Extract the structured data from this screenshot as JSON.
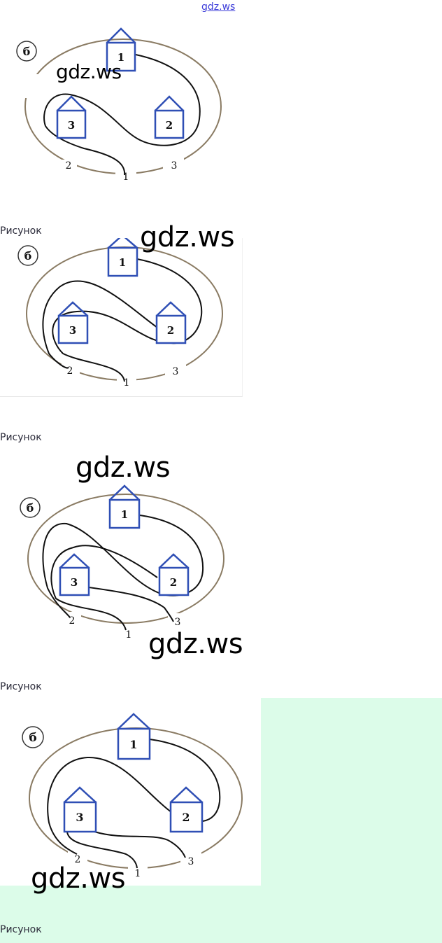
{
  "header": {
    "site_link": "gdz.ws"
  },
  "watermark": "gdz.ws",
  "colors": {
    "house": "#2f4fb5",
    "ellipse": "#8a7b63",
    "route": "#111111",
    "mint": "#dcfce9"
  },
  "figures": [
    {
      "letter": "б",
      "houses": [
        "1",
        "2",
        "3"
      ],
      "route_labels": [
        "2",
        "1",
        "3"
      ],
      "caption": ""
    },
    {
      "letter": "б",
      "houses": [
        "1",
        "2",
        "3"
      ],
      "route_labels": [
        "2",
        "1",
        "3"
      ],
      "caption": "Рисунок"
    },
    {
      "letter": "б",
      "houses": [
        "1",
        "2",
        "3"
      ],
      "route_labels": [
        "2",
        "1",
        "3"
      ],
      "caption": "Рисунок"
    },
    {
      "letter": "б",
      "houses": [
        "1",
        "2",
        "3"
      ],
      "route_labels": [
        "2",
        "1",
        "3"
      ],
      "caption": "Рисунок"
    }
  ]
}
